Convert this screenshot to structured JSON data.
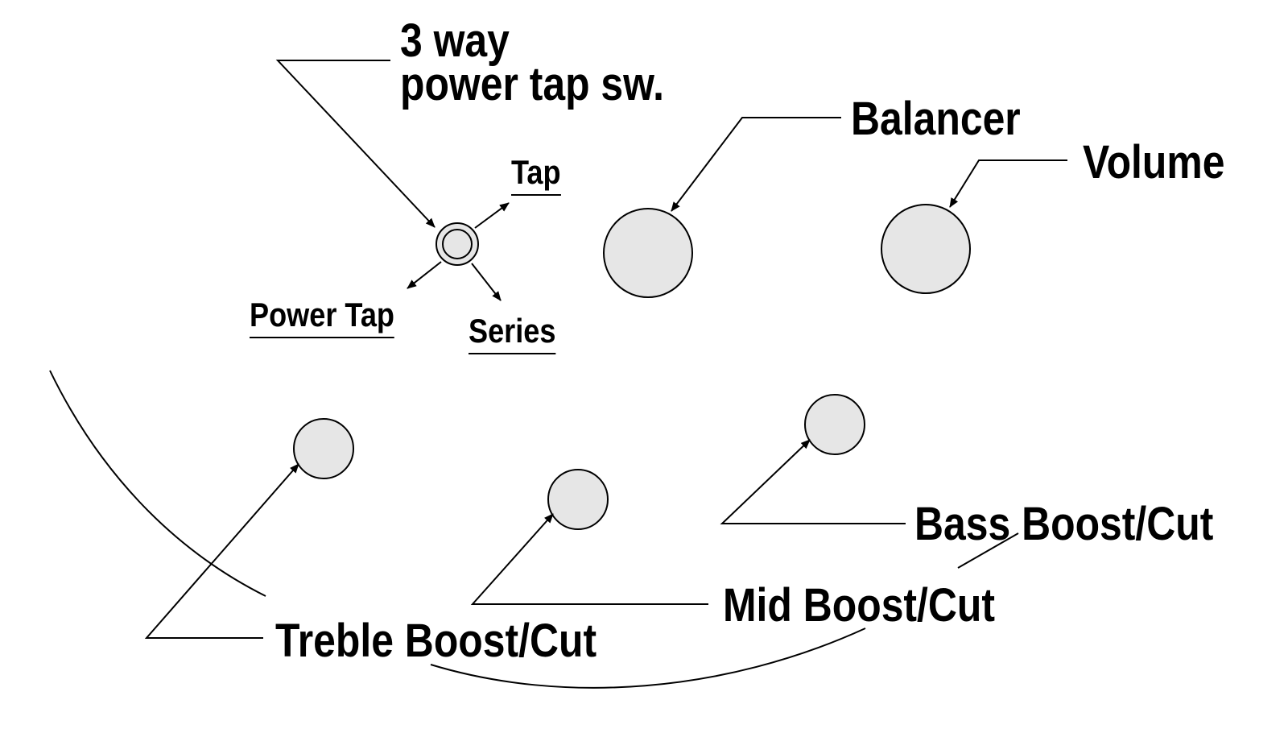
{
  "labels": {
    "switch_line1": "3 way",
    "switch_line2": "power tap sw.",
    "tap": "Tap",
    "power_tap": "Power Tap",
    "series": "Series",
    "balancer": "Balancer",
    "volume": "Volume",
    "treble": "Treble Boost/Cut",
    "mid": "Mid Boost/Cut",
    "bass": "Bass Boost/Cut"
  },
  "colors": {
    "line": "#000000",
    "knob_fill": "#e6e6e6",
    "background": "#ffffff"
  }
}
